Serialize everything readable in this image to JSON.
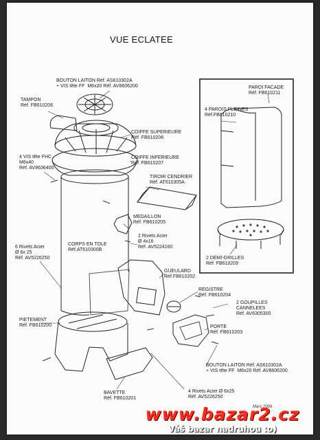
{
  "title": "VUE ECLATEE",
  "date": "Mars 2006",
  "labels": {
    "bouton_top": "BOUTON LAITON Réf. AS610302A\n+ VIS tête FF  M6x20 Réf. AV8606200",
    "tampon": "TAMPON\nRéf. FB610206",
    "coiffe_sup": "COIFFE SUPERIEURE\nRéf. FB610208",
    "coiffe_inf": "COIFFE INFERIEURE\nRéf. FB610207",
    "vis_fhc": "4 VIS tête FHC\nM6x40\nRéf. AV8636400",
    "tiroir": "TIROIR CENDRIER\nRéf. AT610305A",
    "medaillon": "MEDAILLON\nRéf. FB610205",
    "rivets_2": "2 Rivets Acier\nØ 4x16\nRéf. AV5224160",
    "corps": "CORPS EN TOLE\nRéf.AT610300B",
    "rivets_6": "6 Rivets Acier\nØ 6x 25\nRéf. AV5226250",
    "gueulard": "GUEULARD\nRéf.FB610202",
    "registre": "REGISTRE\nRéf. FB610204",
    "goupilles": "2 GOUPILLES\nCANNELEES\nRéf. AV6305300",
    "porte": "PORTE\nRéf. FB610203",
    "pietement": "PIETEMENT\nRéf. FB610200",
    "bouton_bottom": "BOUTON LAITON Réf. AS610302A\n+ VIS tête FF  M6x20 Réf. AV8606200",
    "bavette": "BAVETTE\nRéf. FB610201",
    "rivets_4": "4 Rivets Acier Ø 6x25\nRéf. AV5226250",
    "paroi_facade": "PAROI FACADE\nRéf. FB610211",
    "parois_pleines": "4 PAROIS PLEINES\nRéf.FB610210",
    "demi_grilles": "2 DEMI-GRILLES\nRéf. FB610209"
  },
  "watermark": {
    "site": "www.bazar2.cz",
    "tagline": "Váš bazar nadruhou   :o)"
  },
  "colors": {
    "watermark_red": "#ff2a1a",
    "ink": "#1a1a1a"
  }
}
